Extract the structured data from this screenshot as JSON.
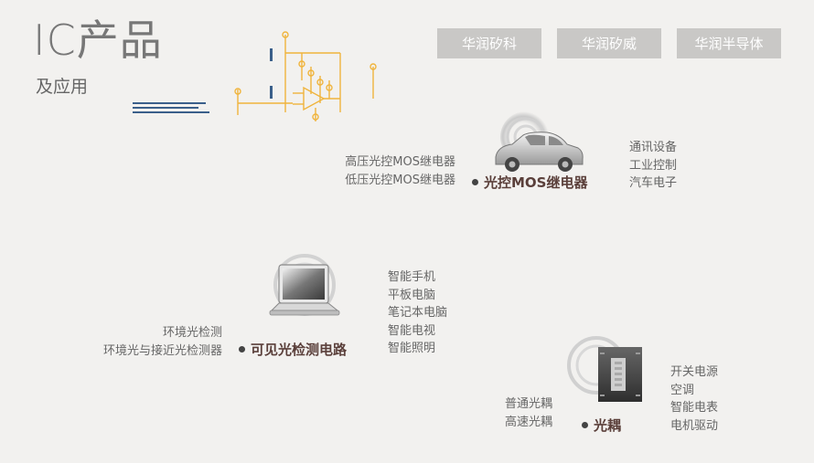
{
  "header": {
    "title_ic": "IC",
    "title_rest": "产品",
    "subtitle": "及应用"
  },
  "tabs": [
    {
      "label": "华润矽科"
    },
    {
      "label": "华润矽威"
    },
    {
      "label": "华润半导体"
    }
  ],
  "products": {
    "mos_relay": {
      "name": "光控MOS继电器",
      "variants": [
        "高压光控MOS继电器",
        "低压光控MOS继电器"
      ],
      "applications": [
        "通讯设备",
        "工业控制",
        "汽车电子"
      ],
      "icon": "car-icon"
    },
    "light_detect": {
      "name": "可见光检测电路",
      "variants": [
        "环境光检测",
        "环境光与接近光检测器"
      ],
      "applications": [
        "智能手机",
        "平板电脑",
        "笔记本电脑",
        "智能电视",
        "智能照明"
      ],
      "icon": "laptop-icon"
    },
    "optocoupler": {
      "name": "光耦",
      "variants": [
        "普通光耦",
        "高速光耦"
      ],
      "applications": [
        "开关电源",
        "空调",
        "智能电表",
        "电机驱动"
      ],
      "icon": "optocoupler-chip-icon"
    }
  },
  "colors": {
    "background": "#f2f1ef",
    "tab_bg": "#c9c8c6",
    "schematic": "#f0b43c",
    "label": "#5a3f3a"
  }
}
